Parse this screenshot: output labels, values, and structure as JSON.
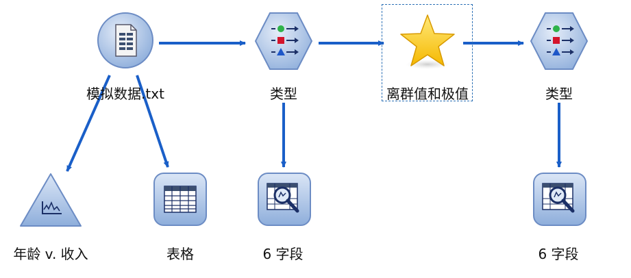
{
  "colors": {
    "link": "#1a5fc8",
    "node_fill": "#9db8df",
    "node_stroke": "#6c8cc4",
    "star": "#f5b800"
  },
  "nodes": {
    "source": {
      "label": "模拟数据.txt",
      "icon": "document-icon"
    },
    "type1": {
      "label": "类型",
      "icon": "type-fields-icon"
    },
    "outlier": {
      "label": "离群值和极值",
      "icon": "star-icon"
    },
    "type2": {
      "label": "类型",
      "icon": "type-fields-icon"
    },
    "plot": {
      "label": "年龄 v. 收入",
      "icon": "plot-icon"
    },
    "table": {
      "label": "表格",
      "icon": "table-icon"
    },
    "audit1": {
      "label": "6 字段",
      "icon": "data-audit-icon"
    },
    "audit2": {
      "label": "6 字段",
      "icon": "data-audit-icon"
    }
  }
}
